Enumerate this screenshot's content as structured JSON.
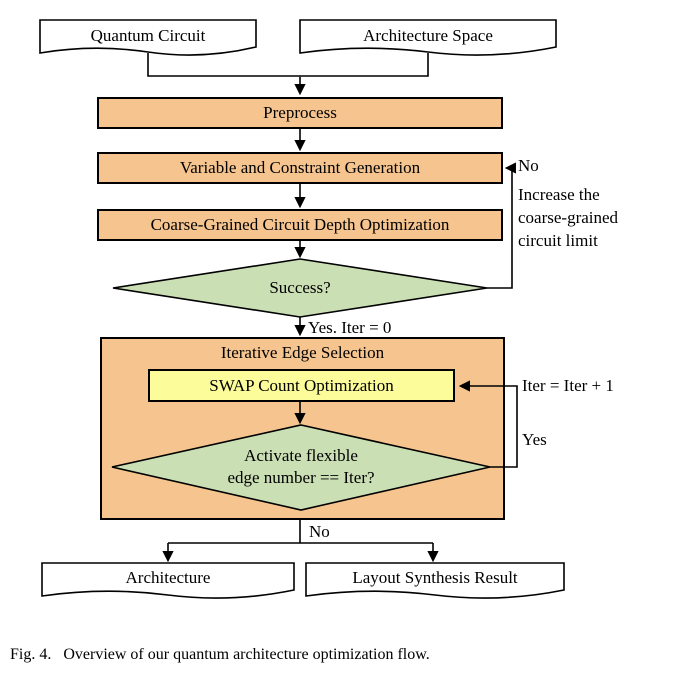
{
  "flow": {
    "inputs": [
      {
        "label": "Quantum Circuit"
      },
      {
        "label": "Architecture Space"
      }
    ],
    "steps": {
      "preprocess": "Preprocess",
      "var_constraint": "Variable and Constraint Generation",
      "coarse_depth": "Coarse-Grained Circuit Depth Optimization"
    },
    "decision1": {
      "label": "Success?",
      "no_label": "No",
      "no_note_lines": [
        "Increase the",
        "coarse-grained",
        "circuit limit"
      ],
      "yes_label": "Yes. Iter = 0"
    },
    "loop_box": {
      "title": "Iterative Edge Selection",
      "swap_opt": "SWAP Count Optimization",
      "decision2_line1": "Activate flexible",
      "decision2_line2": "edge number == Iter?",
      "iter_label": "Iter = Iter + 1",
      "yes_label": "Yes",
      "no_label": "No"
    },
    "outputs": [
      {
        "label": "Architecture"
      },
      {
        "label": "Layout Synthesis Result"
      }
    ],
    "colors": {
      "process_fill": "#F5C48F",
      "decision_fill": "#CBDFB4",
      "swap_fill": "#FCFC9B"
    }
  },
  "caption": "Fig. 4.   Overview of our quantum architecture optimization flow."
}
